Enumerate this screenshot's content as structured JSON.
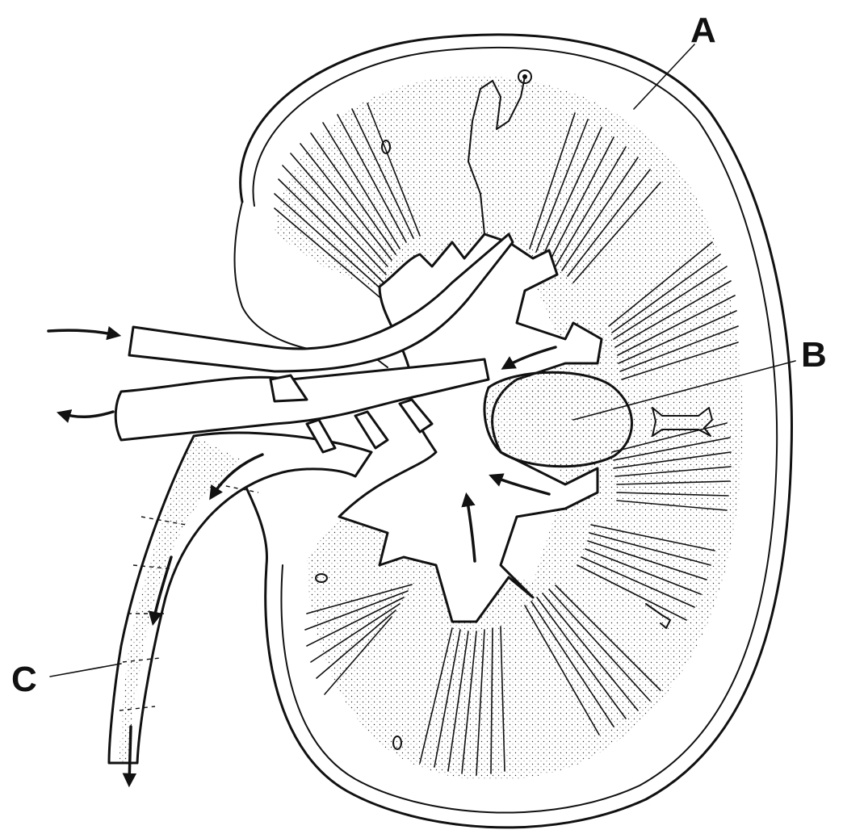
{
  "labels": {
    "a": "A",
    "b": "B",
    "c": "C"
  },
  "colors": {
    "ink": "#111111",
    "background": "#ffffff"
  }
}
